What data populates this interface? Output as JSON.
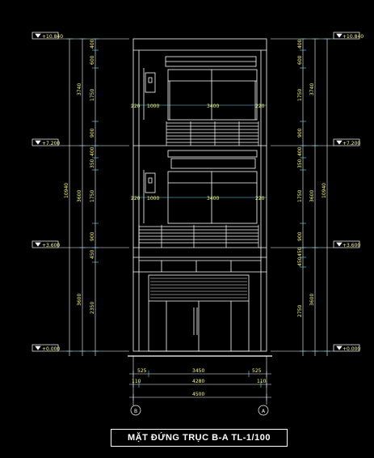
{
  "title": "MẶT ĐỨNG TRỤC B-A  TL-1/100",
  "levels": {
    "roof": "+10.840",
    "floor3": "+7.200",
    "floor2": "+3.600",
    "ground": "+0.000"
  },
  "dims_left_outer": [
    "3740",
    "3600",
    "3600",
    "10940"
  ],
  "dims_left_inner": [
    "400",
    "600",
    "1750",
    "900",
    "400",
    "350",
    "1750",
    "900",
    "450",
    "2350"
  ],
  "dims_right_outer": [
    "3740",
    "3600",
    "3600",
    "10940"
  ],
  "dims_right_inner": [
    "400",
    "600",
    "1750",
    "900",
    "400",
    "350",
    "1750",
    "900",
    "450",
    "450",
    "2750"
  ],
  "window_dims": {
    "upper": [
      "220",
      "1000",
      "3400",
      "220"
    ],
    "lower": [
      "220",
      "1000",
      "3400",
      "220"
    ]
  },
  "bottom_dims": {
    "row1": [
      "525",
      "3450",
      "525"
    ],
    "row2": [
      "110",
      "4280",
      "110"
    ],
    "row3": [
      "4500"
    ]
  },
  "grid_axes": [
    "B",
    "A"
  ]
}
